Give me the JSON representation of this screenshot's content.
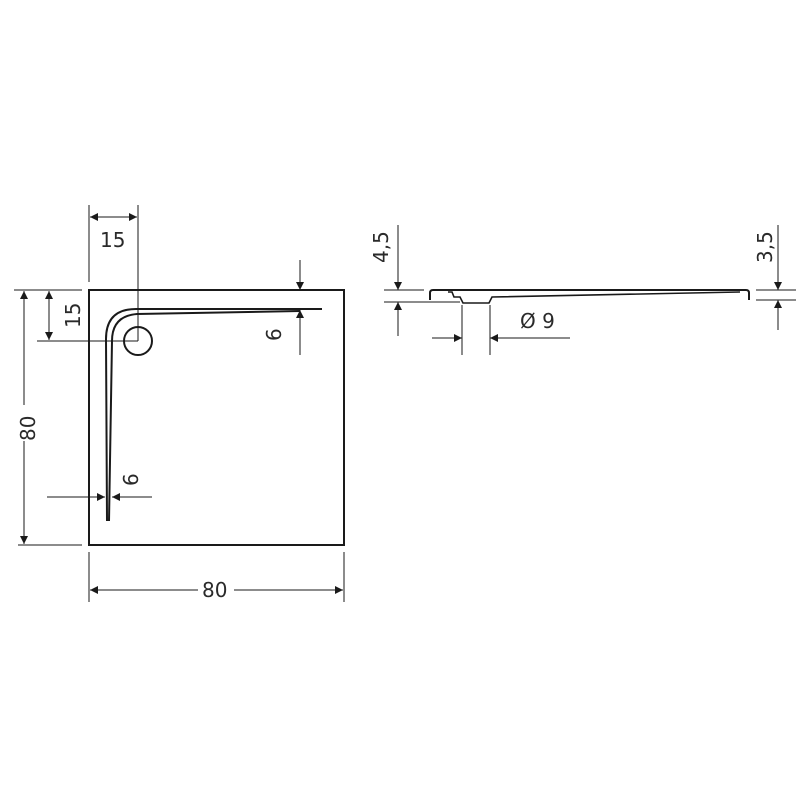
{
  "plan_view": {
    "width_label": "80",
    "depth_label": "80",
    "drain_offset_x_label": "15",
    "drain_offset_y_label": "15",
    "channel_width_top_label": "6",
    "channel_width_side_label": "6"
  },
  "side_view": {
    "left_height_label": "4,5",
    "right_height_label": "3,5",
    "drain_diameter_label": "Ø 9"
  },
  "colors": {
    "line": "#1a1a1a",
    "background": "#ffffff"
  }
}
